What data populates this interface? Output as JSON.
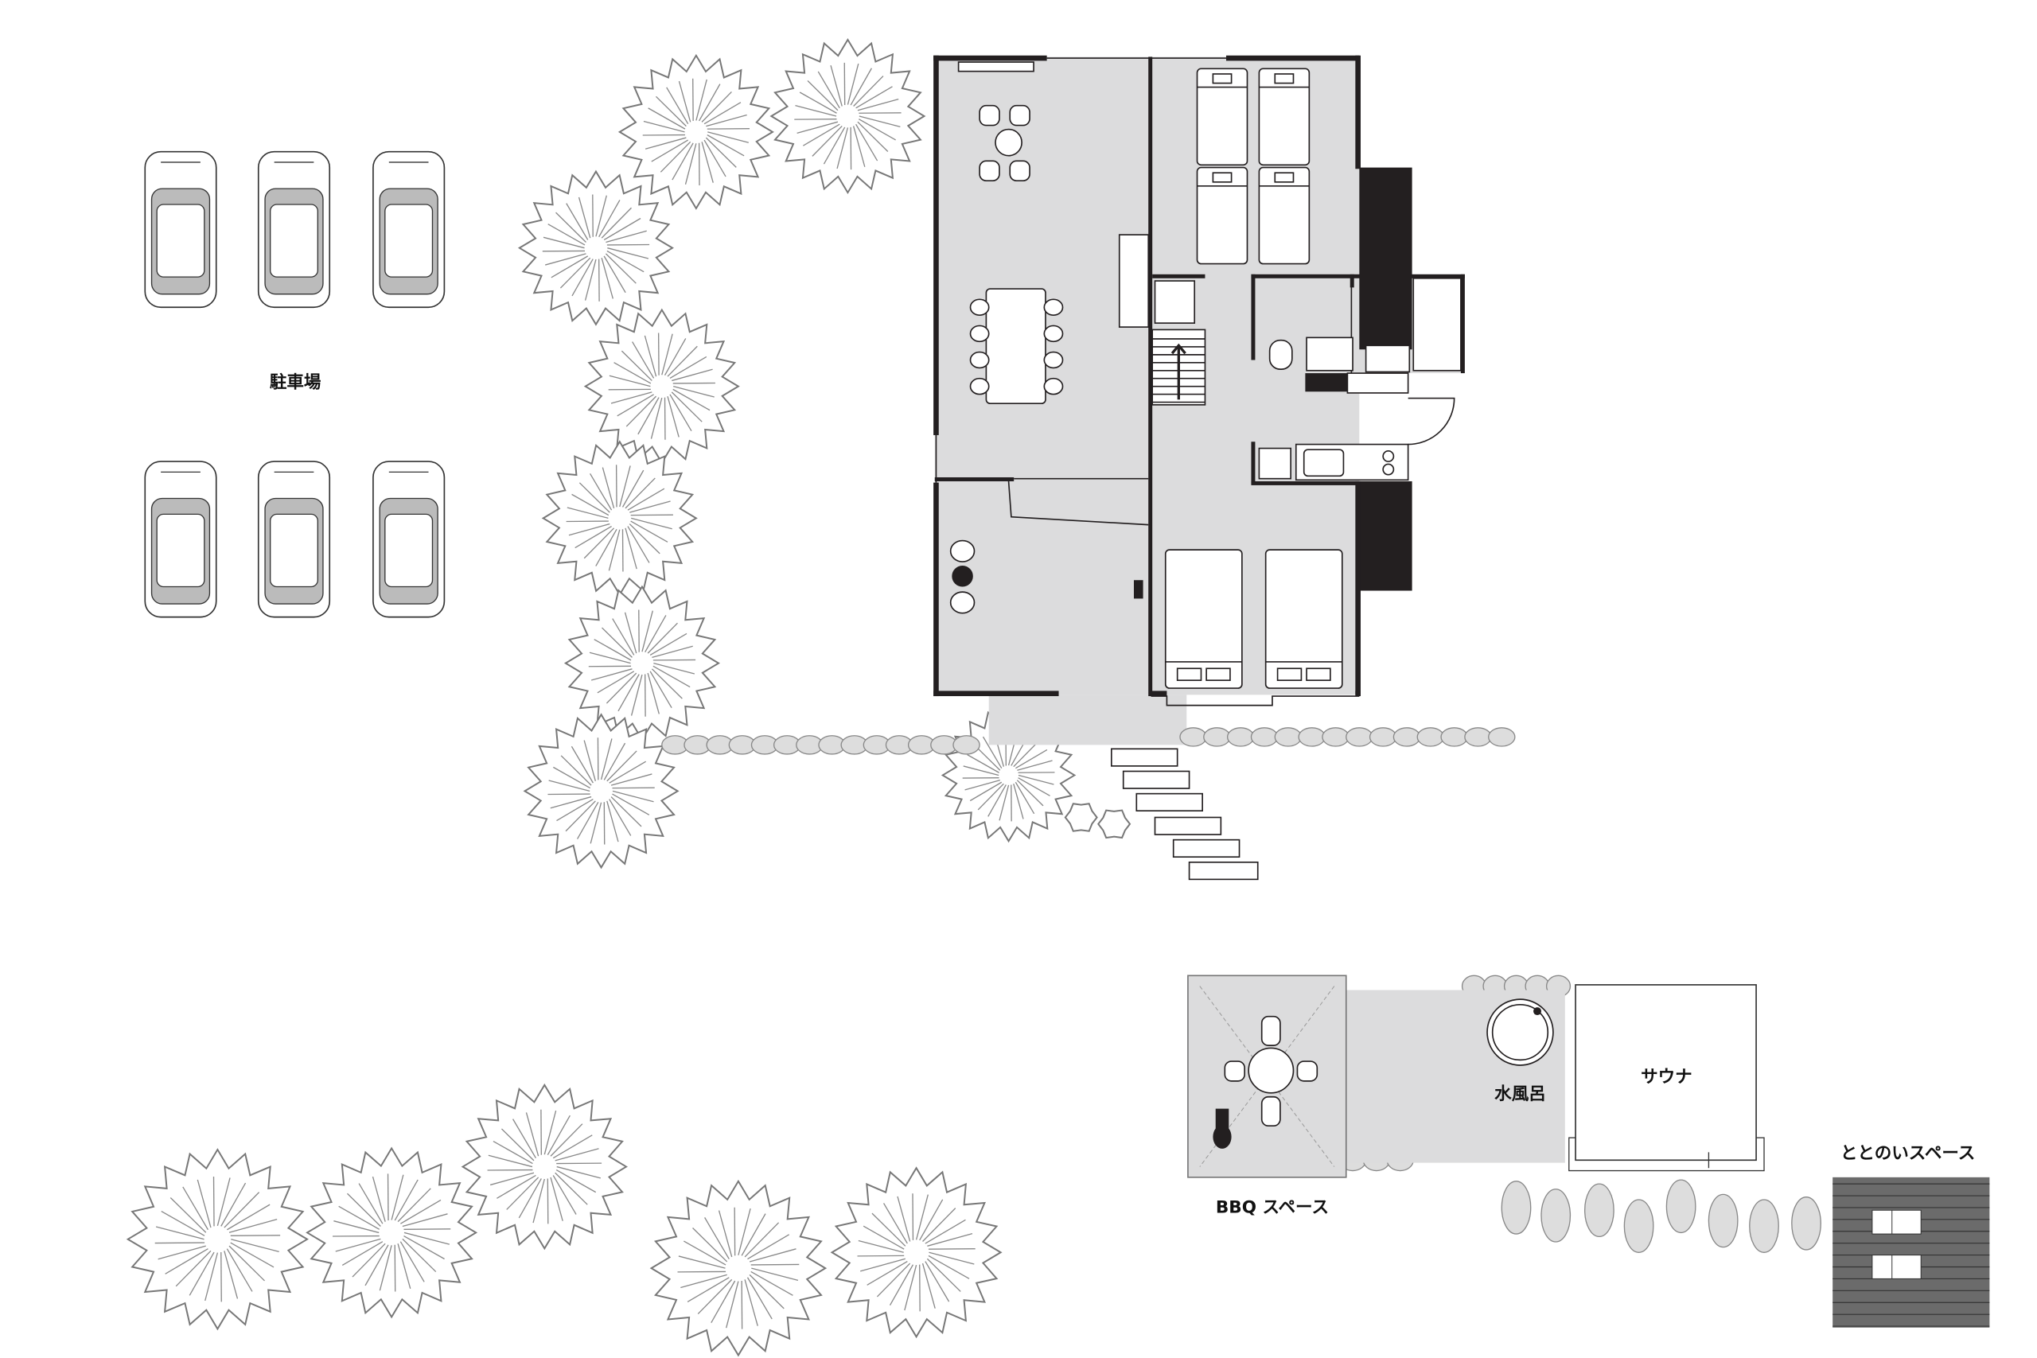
{
  "labels": {
    "parking": "駐車場",
    "bbq": "BBQ スペース",
    "cold_bath": "水風呂",
    "sauna": "サウナ",
    "totonoi": "ととのいスペース"
  },
  "counts": {
    "parking_cars": 6,
    "dining_chairs": 8,
    "bunk_beds": 4,
    "twin_beds": 2,
    "loungers": 2
  },
  "colors": {
    "floor": "#dcdcdd",
    "wall": "#231f20",
    "deck": "#6b6b6b",
    "stone": "#dddddd",
    "tree_stroke": "#777777"
  }
}
